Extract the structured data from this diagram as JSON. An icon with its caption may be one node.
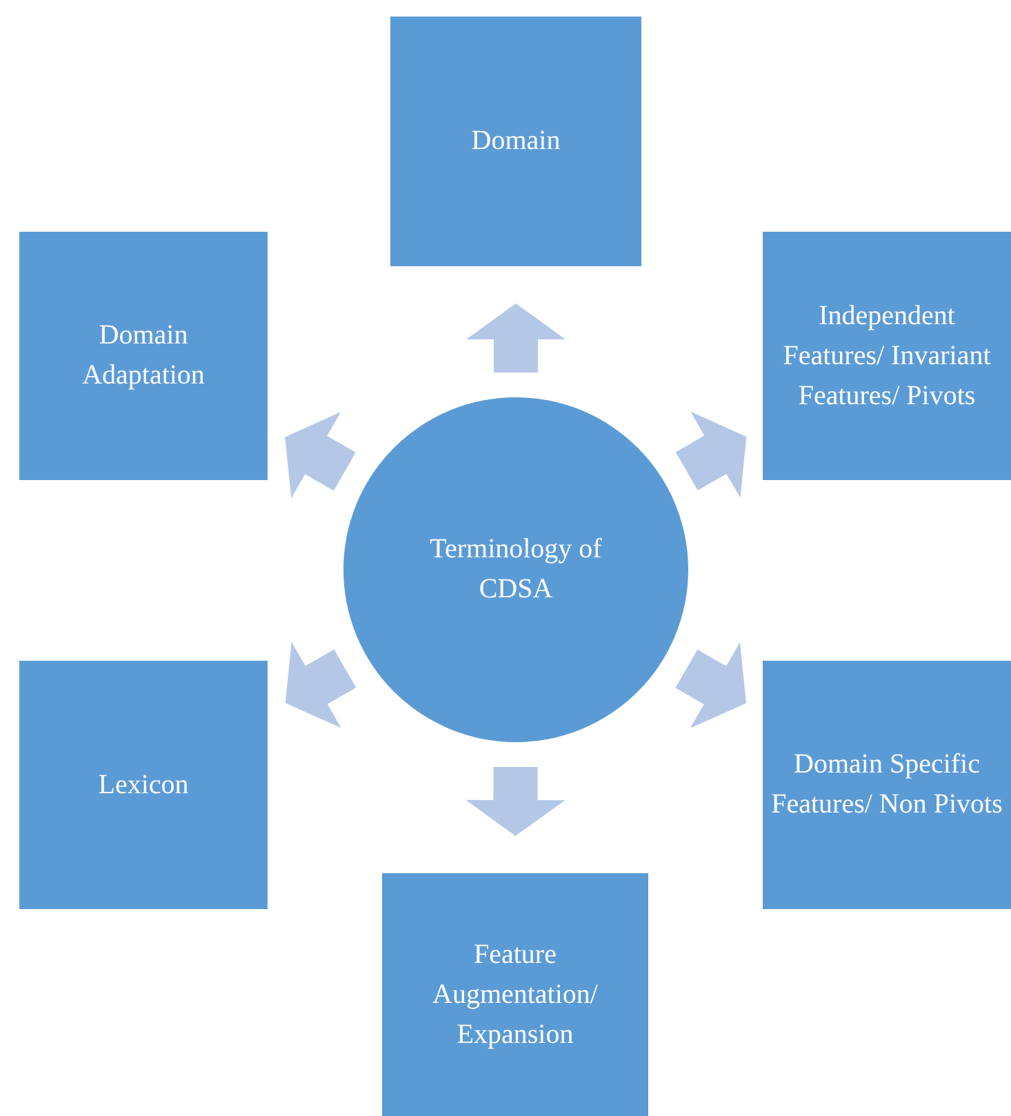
{
  "diagram": {
    "nodes": [
      {
        "text": [
          "Terminology of CDSA"
        ]
      },
      {
        "text": [
          "Domain"
        ]
      },
      {
        "text": [
          "Domain Adaptation"
        ]
      },
      {
        "text": [
          "Independent Features/ Invariant Features/ Pivots"
        ]
      },
      {
        "text": [
          "Lexicon"
        ]
      },
      {
        "text": [
          "Domain Specific Features/ Non Pivots"
        ]
      },
      {
        "text": [
          "Feature Augmentation/ Expansion"
        ]
      }
    ],
    "edges": [
      {
        "from": 0,
        "to": 1,
        "arrow": "to"
      },
      {
        "from": 0,
        "to": 2,
        "arrow": "to"
      },
      {
        "from": 0,
        "to": 3,
        "arrow": "to"
      },
      {
        "from": 0,
        "to": 4,
        "arrow": "to"
      },
      {
        "from": 0,
        "to": 5,
        "arrow": "to"
      },
      {
        "from": 0,
        "to": 6,
        "arrow": "to"
      }
    ]
  }
}
